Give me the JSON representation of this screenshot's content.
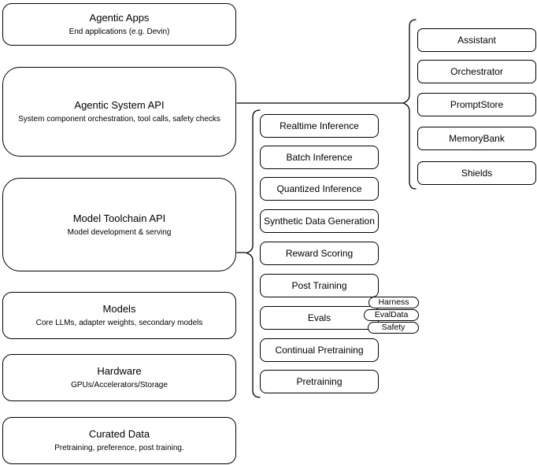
{
  "diagram": {
    "left_stack": [
      {
        "title": "Agentic Apps",
        "subtitle": "End applications (e.g. Devin)"
      },
      {
        "title": "Agentic System API",
        "subtitle": "System component orchestration, tool calls, safety checks"
      },
      {
        "title": "Model Toolchain API",
        "subtitle": "Model development & serving"
      },
      {
        "title": "Models",
        "subtitle": "Core LLMs, adapter weights, secondary models"
      },
      {
        "title": "Hardware",
        "subtitle": "GPUs/Accelerators/Storage"
      },
      {
        "title": "Curated Data",
        "subtitle": "Pretraining, preference, post training."
      }
    ],
    "toolchain_components": [
      "Realtime Inference",
      "Batch Inference",
      "Quantized Inference",
      "Synthetic Data Generation",
      "Reward Scoring",
      "Post Training",
      "Evals",
      "Continual Pretraining",
      "Pretraining"
    ],
    "eval_tags": [
      "Harness",
      "EvalData",
      "Safety"
    ],
    "agentic_components": [
      "Assistant",
      "Orchestrator",
      "PromptStore",
      "MemoryBank",
      "Shields"
    ],
    "colors": {
      "stroke": "#000000",
      "fill": "#ffffff",
      "text": "#000000"
    }
  }
}
